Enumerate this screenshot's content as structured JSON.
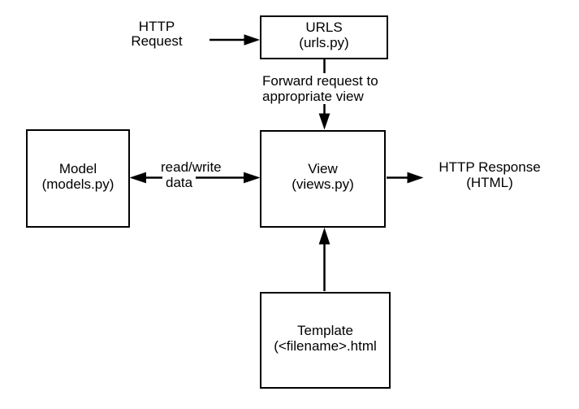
{
  "colors": {
    "background": "#ffffff",
    "stroke": "#000000",
    "text": "#000000"
  },
  "nodes": {
    "urls": {
      "title": "URLS",
      "subtitle": "(urls.py)"
    },
    "model": {
      "title": "Model",
      "subtitle": "(models.py)"
    },
    "view": {
      "title": "View",
      "subtitle": "(views.py)"
    },
    "template": {
      "title": "Template",
      "subtitle": "(<filename>.html"
    }
  },
  "labels": {
    "http_request": {
      "line1": "HTTP",
      "line2": "Request"
    },
    "forward": {
      "line1": "Forward request to",
      "line2": "appropriate view"
    },
    "read_write": {
      "line1": "read/write",
      "line2": "data"
    },
    "http_response": {
      "line1": "HTTP Response",
      "line2": "(HTML)"
    }
  },
  "edges": [
    {
      "from": "http-request-label",
      "to": "urls-node",
      "direction": "right"
    },
    {
      "from": "urls-node",
      "to": "view-node",
      "direction": "down",
      "label": "Forward request to appropriate view"
    },
    {
      "from": "model-node",
      "to": "view-node",
      "direction": "both",
      "label": "read/write data"
    },
    {
      "from": "view-node",
      "to": "http-response-label",
      "direction": "right"
    },
    {
      "from": "template-node",
      "to": "view-node",
      "direction": "up"
    }
  ]
}
